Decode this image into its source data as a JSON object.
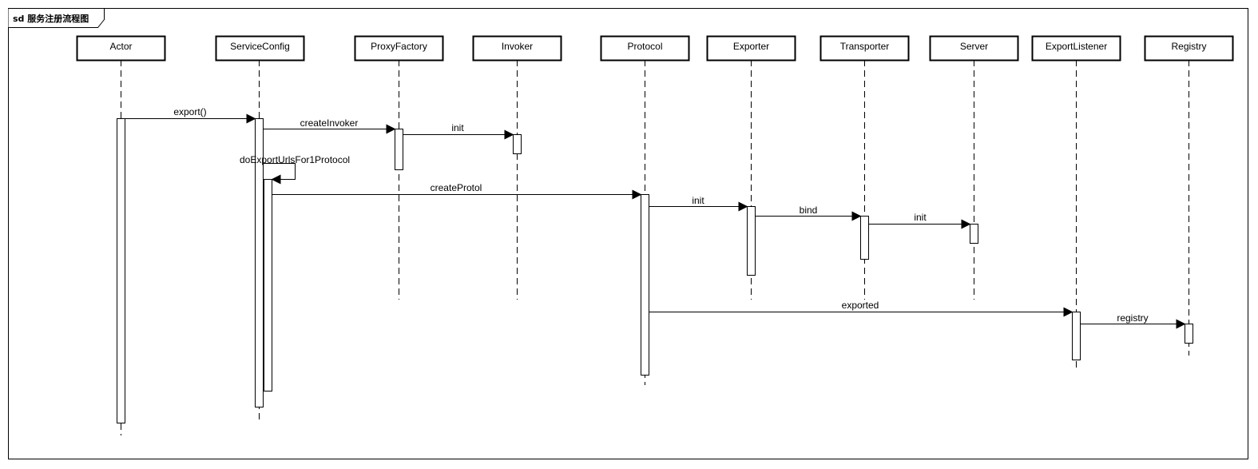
{
  "frame": {
    "title": "sd 服务注册流程图"
  },
  "participants": [
    {
      "id": "actor",
      "label": "Actor"
    },
    {
      "id": "serviceconfig",
      "label": "ServiceConfig"
    },
    {
      "id": "proxyfactory",
      "label": "ProxyFactory"
    },
    {
      "id": "invoker",
      "label": "Invoker"
    },
    {
      "id": "protocol",
      "label": "Protocol"
    },
    {
      "id": "exporter",
      "label": "Exporter"
    },
    {
      "id": "transporter",
      "label": "Transporter"
    },
    {
      "id": "server",
      "label": "Server"
    },
    {
      "id": "exportlistener",
      "label": "ExportListener"
    },
    {
      "id": "registry",
      "label": "Registry"
    }
  ],
  "messages": [
    {
      "from": "actor",
      "to": "serviceconfig",
      "label": "export()"
    },
    {
      "from": "serviceconfig",
      "to": "proxyfactory",
      "label": "createInvoker"
    },
    {
      "from": "proxyfactory",
      "to": "invoker",
      "label": "init"
    },
    {
      "from": "serviceconfig",
      "to": "serviceconfig",
      "label": "doExportUrlsFor1Protocol"
    },
    {
      "from": "serviceconfig",
      "to": "protocol",
      "label": "createProtol"
    },
    {
      "from": "protocol",
      "to": "exporter",
      "label": "init"
    },
    {
      "from": "exporter",
      "to": "transporter",
      "label": "bind"
    },
    {
      "from": "transporter",
      "to": "server",
      "label": "init"
    },
    {
      "from": "protocol",
      "to": "exportlistener",
      "label": "exported"
    },
    {
      "from": "exportlistener",
      "to": "registry",
      "label": "registry"
    }
  ]
}
